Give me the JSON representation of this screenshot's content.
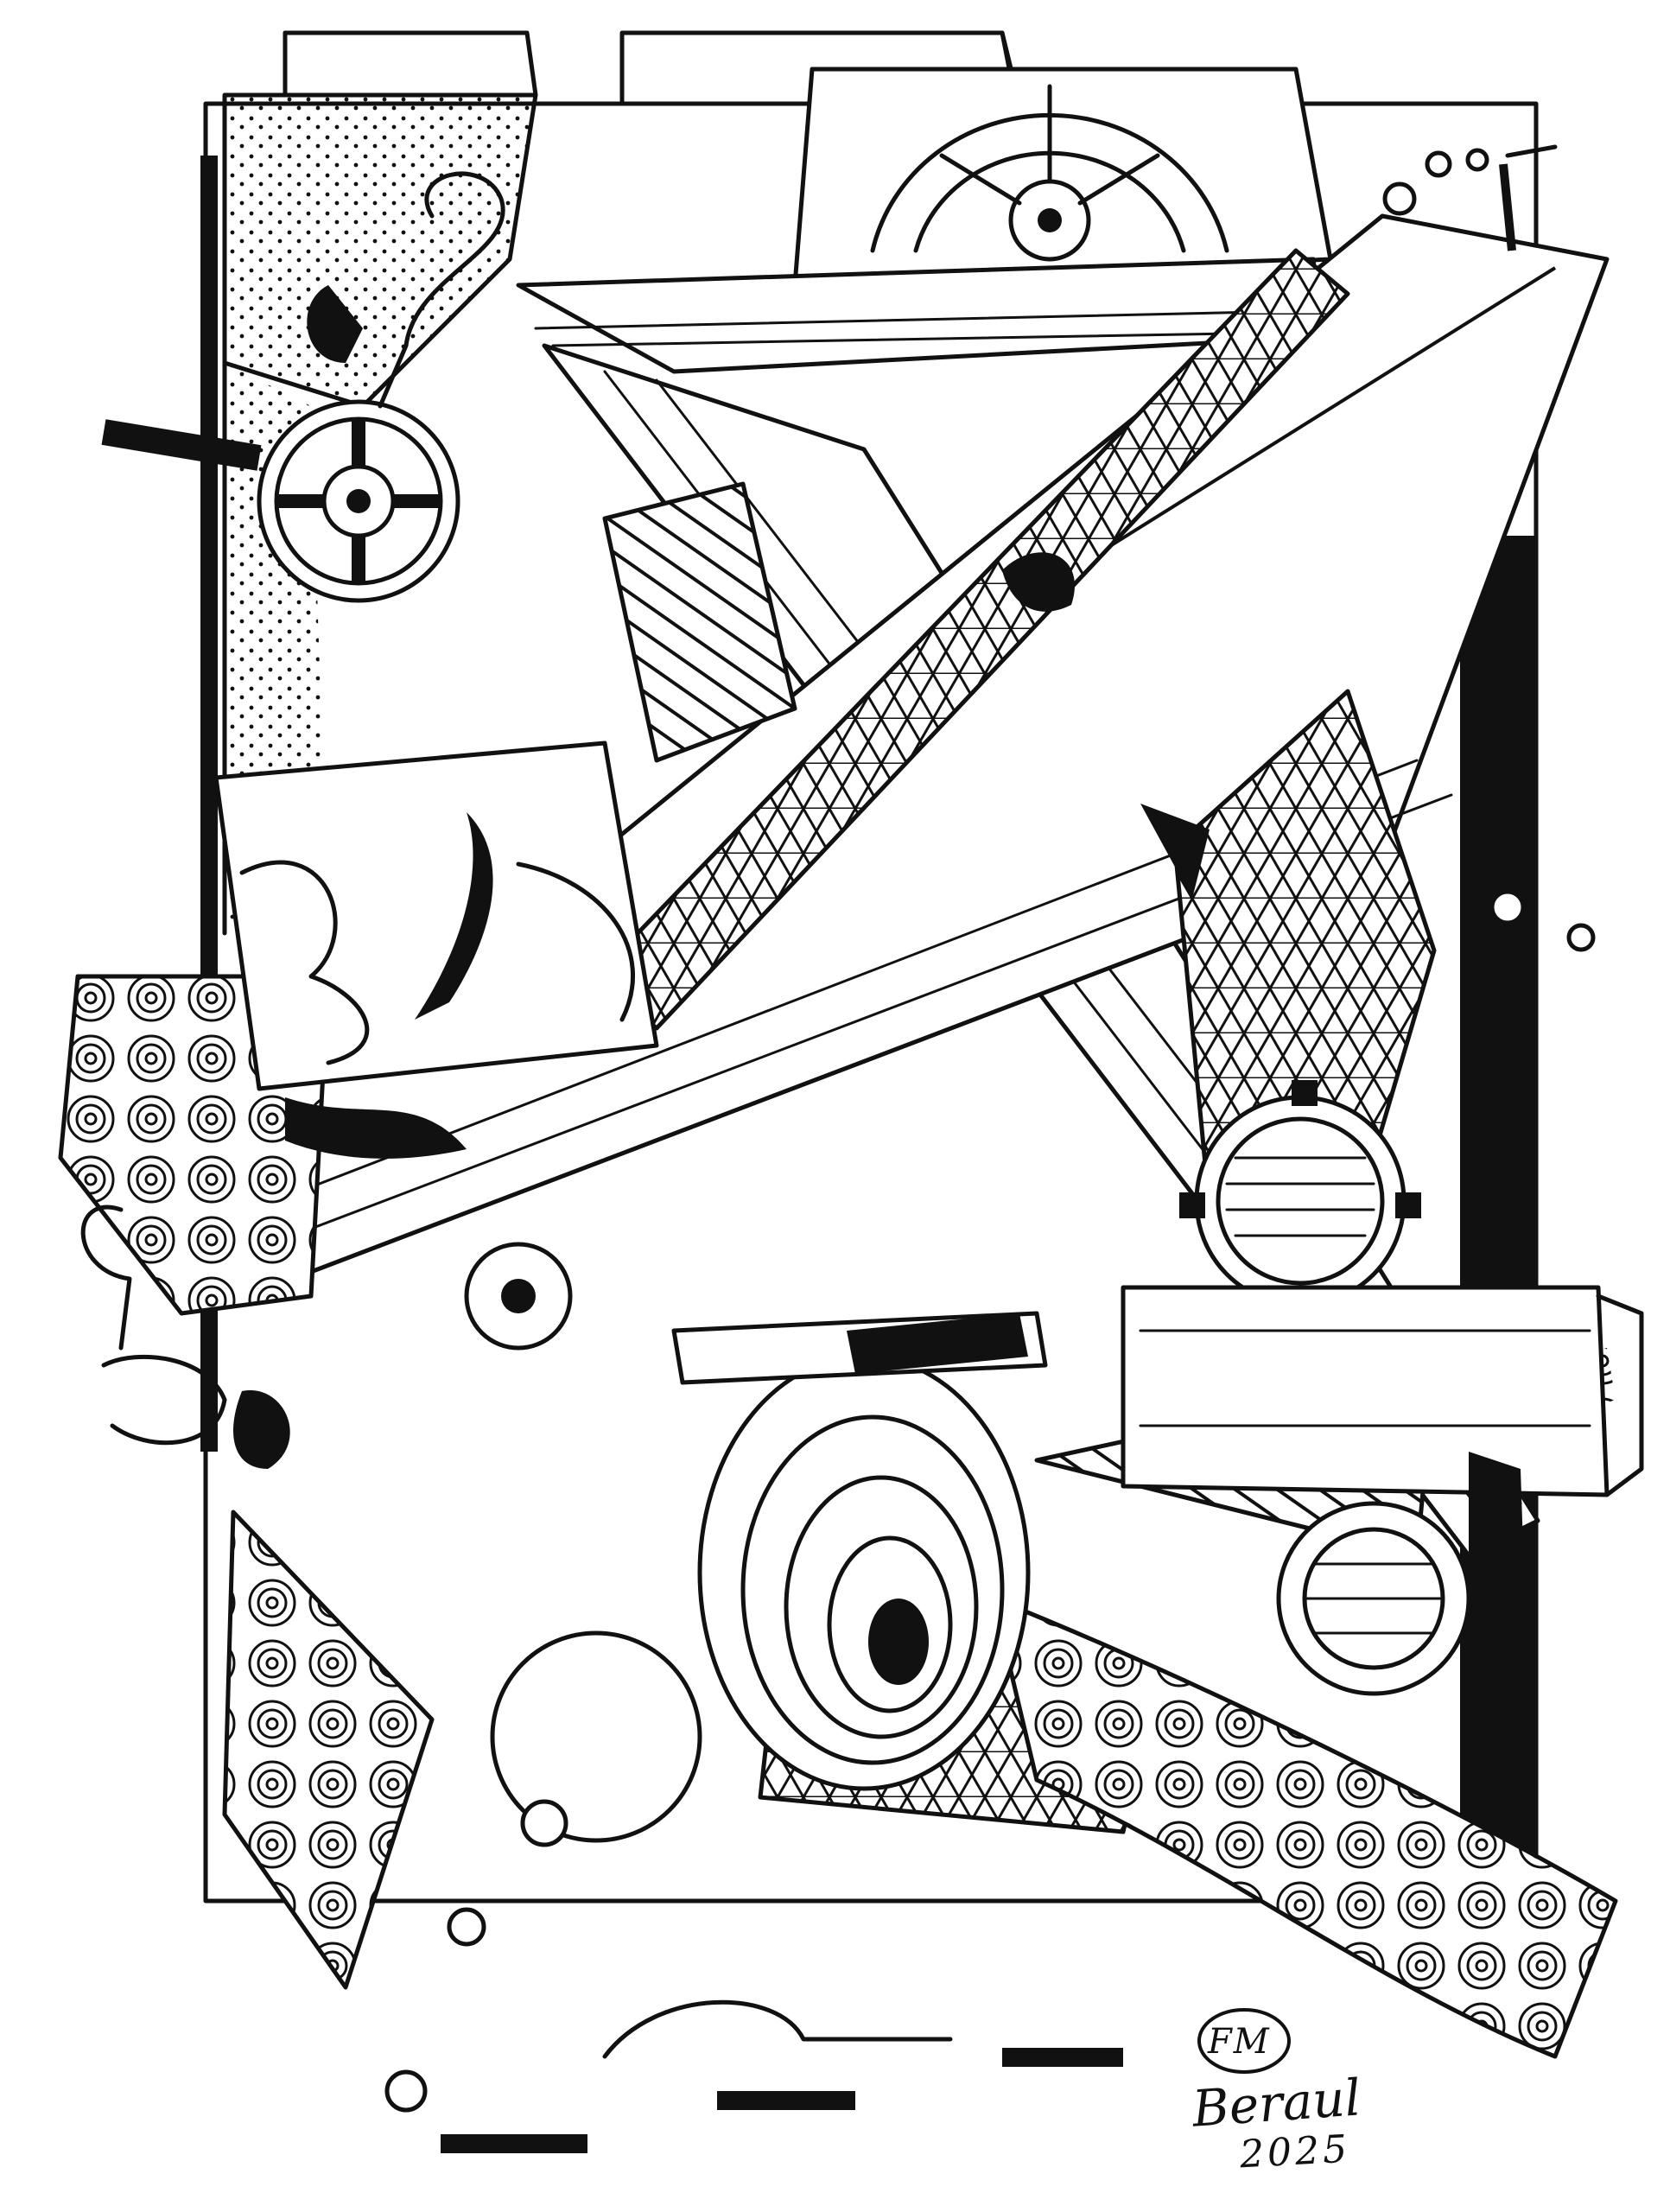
{
  "artwork": {
    "style": "black ink line drawing, abstract mechanical collage",
    "colors": {
      "ink": "#111111",
      "paper": "#ffffff"
    },
    "signature": {
      "initials": "FM",
      "name": "Beraul",
      "year": "2025"
    }
  }
}
